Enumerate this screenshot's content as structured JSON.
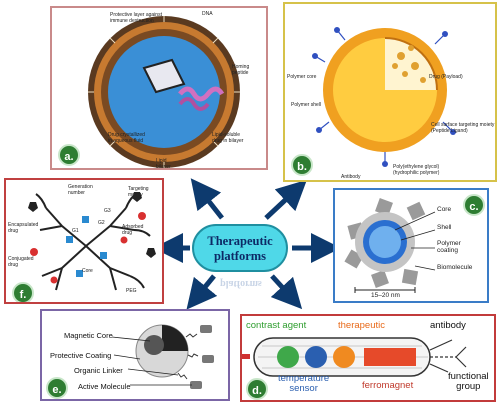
{
  "center": {
    "line1": "Therapeutic",
    "line2": "platforms"
  },
  "panels": {
    "a": {
      "badge": "a.",
      "labels": {
        "protective": "Protective layer against\nimmune destruction",
        "dna": "DNA",
        "homing": "Homing\npeptide",
        "drug_crystal": "Drug crystallized\nin aqueous fluid",
        "lipid_soluble": "Lipid-soluble\ndrug in bilayer",
        "lipid_bilayer": "Lipid\nbilayer"
      }
    },
    "b": {
      "badge": "b.",
      "labels": {
        "polymer_core": "Polymer core",
        "drug_payload": "Drug (Payload)",
        "polymer_shell": "Polymer shell",
        "targeting": "Cell surface targeting moiety\n(Peptide Ligand)",
        "peg": "Poly(ethylene glycol)\n(hydrophilic polymer)",
        "antibody": "Antibody"
      }
    },
    "c": {
      "badge": "c.",
      "labels": {
        "core": "Core",
        "shell": "Shell",
        "polymer_coating": "Polymer\ncoating",
        "biomolecule": "Biomolecule",
        "scale": "15–20 nm"
      }
    },
    "f": {
      "badge": "f.",
      "labels": {
        "generation": "Generation\nnumber",
        "targeting": "Targeting\nmoiety",
        "encapsulated": "Encapsulated\ndrug",
        "adsorbed": "Adsorbed\ndrug",
        "conjugated": "Conjugated\ndrug",
        "core": "Core",
        "peg": "PEG",
        "g1": "G1",
        "g2": "G2",
        "g3": "G3"
      }
    },
    "e": {
      "badge": "e.",
      "labels": {
        "magnetic_core": "Magnetic Core",
        "protective_coating": "Protective Coating",
        "organic_linker": "Organic Linker",
        "active_molecule": "Active Molecule"
      }
    },
    "d": {
      "badge": "d.",
      "labels": {
        "contrast_agent": "contrast agent",
        "therapeutic": "therapeutic",
        "antibody": "antibody",
        "temperature_sensor": "temperature\nsensor",
        "ferromagnet": "ferromagnet",
        "functional_group": "functional\ngroup"
      },
      "colors": {
        "contrast_agent": "#2e9d2e",
        "therapeutic": "#e86a1a",
        "antibody": "#111111",
        "temperature_sensor": "#2a5fb0",
        "ferromagnet": "#c0392b",
        "functional_group": "#111111"
      }
    }
  }
}
